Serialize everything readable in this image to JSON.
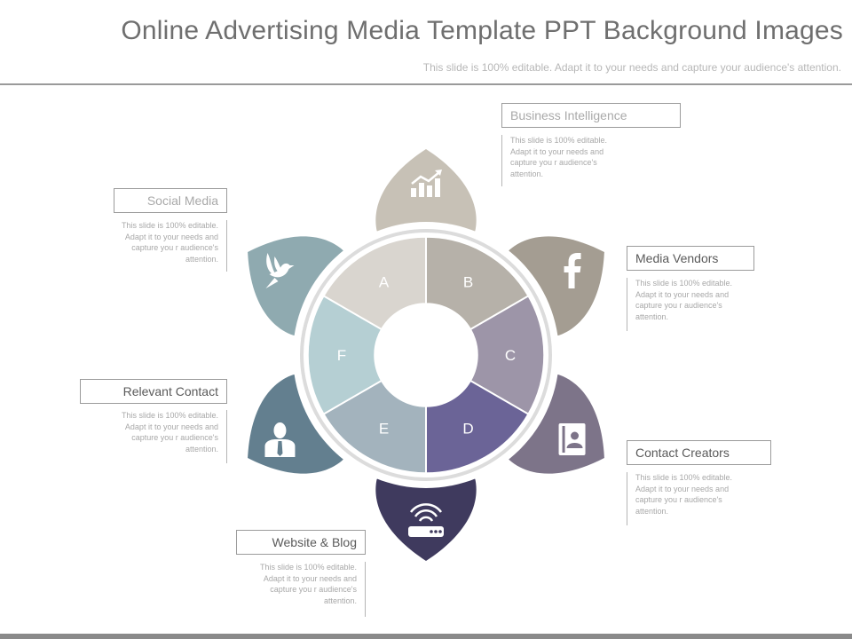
{
  "header": {
    "title": "Online Advertising Media Template PPT Background Images",
    "subtitle": "This slide is 100% editable. Adapt it to your needs and capture your audience's attention."
  },
  "segments": [
    {
      "letter": "A",
      "color": "#d9d5cf"
    },
    {
      "letter": "B",
      "color": "#b6b1a9"
    },
    {
      "letter": "C",
      "color": "#9d95a8"
    },
    {
      "letter": "D",
      "color": "#6b6497"
    },
    {
      "letter": "E",
      "color": "#a3b3bd"
    },
    {
      "letter": "F",
      "color": "#b5cfd3"
    }
  ],
  "petals": [
    {
      "color": "#c7c1b6",
      "icon": "bar-chart-icon"
    },
    {
      "color": "#a49d92",
      "icon": "facebook-icon"
    },
    {
      "color": "#7d7489",
      "icon": "contact-book-icon"
    },
    {
      "color": "#3f3a5e",
      "icon": "router-wifi-icon"
    },
    {
      "color": "#637f8f",
      "icon": "user-icon"
    },
    {
      "color": "#8faab0",
      "icon": "dove-icon"
    }
  ],
  "items": {
    "business_intelligence": {
      "title": "Business Intelligence",
      "desc": "This slide is 100% editable. Adapt it to your needs and capture you r audience's attention."
    },
    "media_vendors": {
      "title": "Media Vendors",
      "desc": "This slide is 100% editable. Adapt it to your needs and capture you r audience's attention."
    },
    "contact_creators": {
      "title": "Contact Creators",
      "desc": "This slide is 100% editable. Adapt it to your needs and capture you r audience's attention."
    },
    "website_blog": {
      "title": "Website & Blog",
      "desc": "This slide is 100% editable. Adapt it to your needs and capture you r audience's attention."
    },
    "relevant_contact": {
      "title": "Relevant Contact",
      "desc": "This slide is 100% editable. Adapt it to your needs and capture you r audience's attention."
    },
    "social_media": {
      "title": "Social Media",
      "desc": "This slide is 100% editable. Adapt it to your needs and capture you r audience's attention."
    }
  }
}
